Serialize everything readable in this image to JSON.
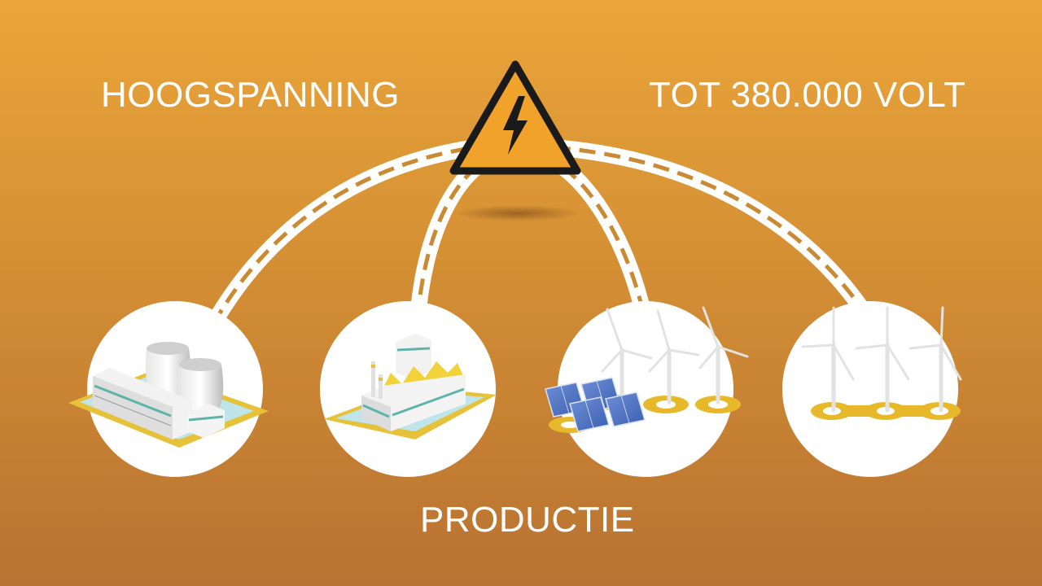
{
  "labels": {
    "high_voltage": "HOOGSPANNING",
    "voltage_level": "TOT 380.000 VOLT",
    "production": "PRODUCTIE"
  },
  "colors": {
    "background_top": "#eaa53a",
    "background_bottom": "#b87232",
    "warning_fill": "#f0a22a",
    "warning_stroke": "#1a1a1a",
    "cable": "#ffffff",
    "accent_yellow": "#e7b92a"
  },
  "icons": {
    "warning": "high-voltage-warning-icon",
    "nodes": [
      "nuclear-power-plant-icon",
      "factory-icon",
      "solar-and-wind-icon",
      "wind-farm-icon"
    ]
  }
}
